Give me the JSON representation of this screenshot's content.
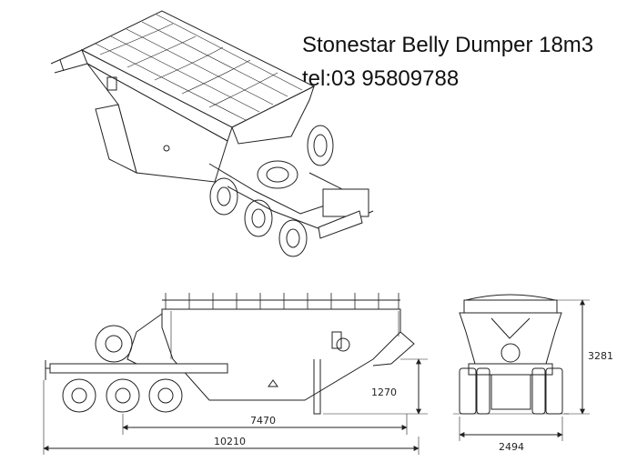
{
  "header": {
    "title": "Stonestar Belly Dumper 18m3",
    "phone": "tel:03 95809788"
  },
  "dimensions": {
    "axle_to_kingpin": "7470",
    "overall_length": "10210",
    "deck_height": "1270",
    "overall_height": "3281",
    "overall_width": "2494"
  }
}
